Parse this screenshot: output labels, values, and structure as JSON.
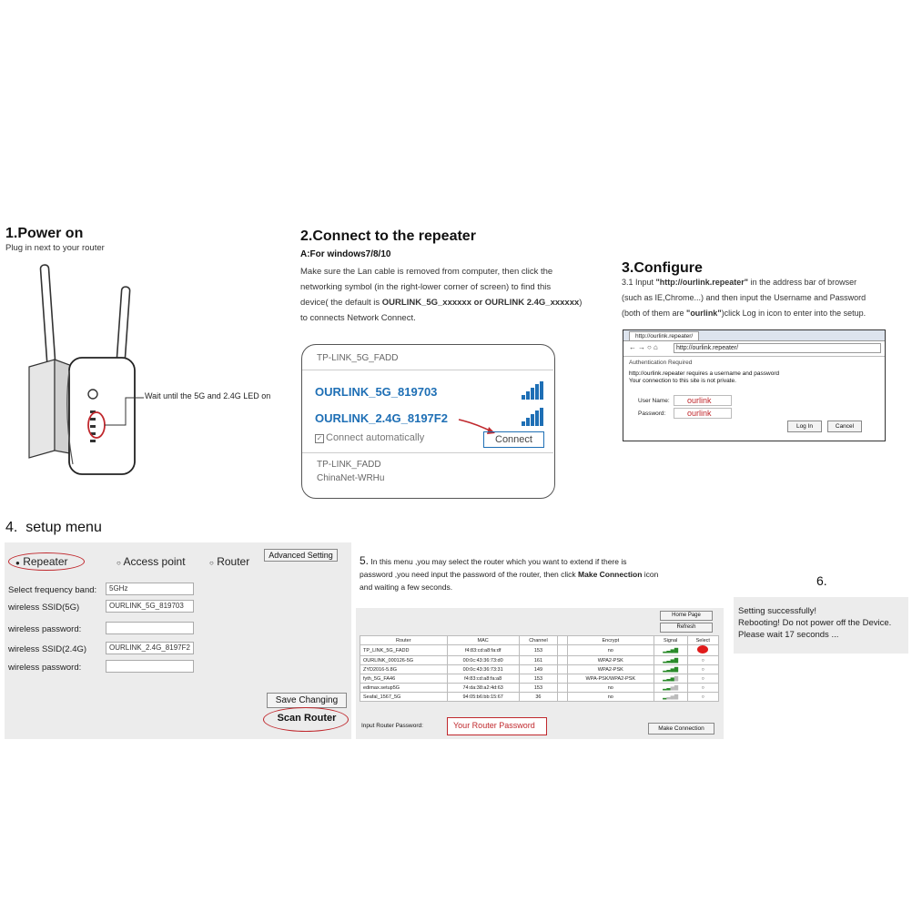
{
  "step1": {
    "title": "1.Power on",
    "subtitle": "Plug in next to your router",
    "callout": "Wait until the 5G and 2.4G LED on"
  },
  "step2": {
    "title": "2.Connect to the repeater",
    "subtitle": "A:For windows7/8/10",
    "line1": "Make sure the Lan cable is removed from computer, then click the",
    "line2": "networking symbol (in the right-lower corner of screen) to find this",
    "line3_pre": "device( the default is ",
    "line3_bold": "OURLINK_5G_xxxxxx or OURLINK 2.4G_xxxxxx",
    "line3_post": ")",
    "line4": "to connects Network Connect.",
    "wifi_top": "TP-LINK_5G_FADD",
    "wifi_net1": "OURLINK_5G_819703",
    "wifi_net2": "OURLINK_2.4G_8197F2",
    "auto_connect": "Connect automatically",
    "connect_button": "Connect",
    "wifi_bottom1": "TP-LINK_FADD",
    "wifi_bottom2": "ChinaNet-WRHu"
  },
  "step3": {
    "title": "3.Configure",
    "l1_pre": "3.1 Input  ",
    "l1_bold": "\"http://ourlink.repeater\"",
    "l1_post": "  in the address bar of browser",
    "l2": "(such as IE,Chrome...) and then input the Username and Password",
    "l3_pre": "(both of them are  ",
    "l3_bold": "\"ourlink\"",
    "l3_post": ")click Log in  icon to enter into the setup.",
    "tab_url": "http://ourlink.repeater/",
    "address": "http://ourlink.repeater/",
    "auth_required": "Authentication Required",
    "auth_msg1": "http://ourlink.repeater requires a username and password",
    "auth_msg2": "Your connection to this site is not private.",
    "username_label": "User Name:",
    "username_value": "ourlink",
    "password_label": "Password:",
    "password_value": "ourlink",
    "login_button": "Log In",
    "cancel_button": "Cancel"
  },
  "step4": {
    "title": "4.  setup menu",
    "mode_repeater": "Repeater",
    "mode_ap": "Access point",
    "mode_router": "Router",
    "advanced_button": "Advanced Setting",
    "freq_label": "Select frequency band:",
    "freq_value": "5GHz",
    "ssid5_label": "wireless SSID(5G)",
    "ssid5_value": "OURLINK_5G_819703",
    "pw5_label": "wireless password:",
    "ssid24_label": "wireless SSID(2.4G)",
    "ssid24_value": "OURLINK_2.4G_8197F2",
    "pw24_label": "wireless password:",
    "save_button": "Save Changing",
    "scan_button": "Scan Router"
  },
  "step5": {
    "l1_pre": "5.",
    "l1": " In this menu ,you may select the router which you want to extend if there is",
    "l2_pre": "password ,you need input the password of the router, then click ",
    "l2_bold": "Make Connection",
    "l2_post": " icon",
    "l3": "and waiting a few seconds.",
    "home_button": "Home Page",
    "refresh_button": "Refresh",
    "headers": [
      "Router",
      "MAC",
      "Channel",
      "",
      "Encrypt",
      "Signal",
      "Select"
    ],
    "rows": [
      {
        "router": "TP_LINK_5G_FADD",
        "mac": "f4:83:cd:a8:fa:df",
        "channel": "153",
        "encrypt": "no"
      },
      {
        "router": "OURLINK_000126-5G",
        "mac": "00:0c:43:36:73:d0",
        "channel": "161",
        "encrypt": "WPA2-PSK"
      },
      {
        "router": "ZYD2016-5.8G",
        "mac": "00:0c:43:36:73:31",
        "channel": "149",
        "encrypt": "WPA2-PSK"
      },
      {
        "router": "fyth_5G_FA46",
        "mac": "f4:83:cd:a8:fa:a8",
        "channel": "153",
        "encrypt": "WPA-PSK/WPA2-PSK"
      },
      {
        "router": "edimax.setup5G",
        "mac": "74:da:38:a2:4d:63",
        "channel": "153",
        "encrypt": "no"
      },
      {
        "router": "Seafal_1567_5G",
        "mac": "94:05:b6:bb:15:67",
        "channel": "36",
        "encrypt": "no"
      }
    ],
    "pw_label": "Input Router Password:",
    "pw_placeholder": "Your Router Password",
    "make_button": "Make Connection"
  },
  "step6": {
    "title": "6.",
    "l1": "Setting successfully!",
    "l2": "Rebooting! Do not power off the Device.",
    "l3": "Please wait 17 seconds ..."
  },
  "colors": {
    "wifi_blue": "#1e6fb5",
    "highlight_red": "#c0282d",
    "panel_gray": "#ececec"
  }
}
